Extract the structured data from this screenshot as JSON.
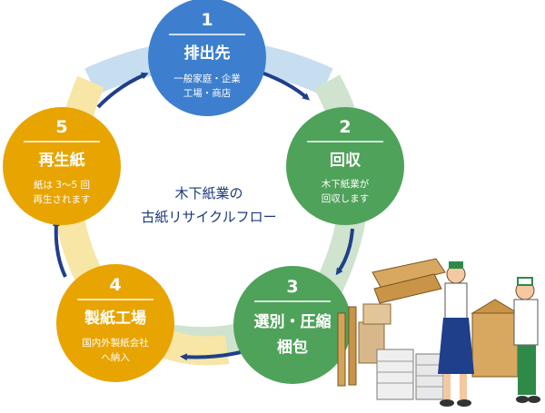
{
  "center": {
    "line1": "木下紙業の",
    "line2": "古紙リサイクルフロー"
  },
  "steps": [
    {
      "num": "1",
      "title": "排出先",
      "desc1": "一般家庭・企業",
      "desc2": "工場・商店",
      "color": "#3d7fce"
    },
    {
      "num": "2",
      "title": "回収",
      "desc1": "木下紙業が",
      "desc2": "回収します",
      "color": "#4fa259"
    },
    {
      "num": "3",
      "title": "選別・圧縮",
      "title2": "梱包",
      "color": "#4fa259"
    },
    {
      "num": "4",
      "title": "製紙工場",
      "desc1": "国内外製紙会社",
      "desc2": "へ納入",
      "color": "#e8a400"
    },
    {
      "num": "5",
      "title": "再生紙",
      "desc1": "紙は 3〜5 回",
      "desc2": "再生されます",
      "color": "#e8a400"
    }
  ],
  "colors": {
    "ring_blue": "#c7ddf0",
    "ring_green": "#cfe3cf",
    "ring_yellow": "#f7e6a6",
    "arrow": "#1f3f8a",
    "text_center": "#1a3a7a"
  },
  "illustration": {
    "subject": "workers-sorting-paper",
    "icon": "workers-illustration"
  }
}
